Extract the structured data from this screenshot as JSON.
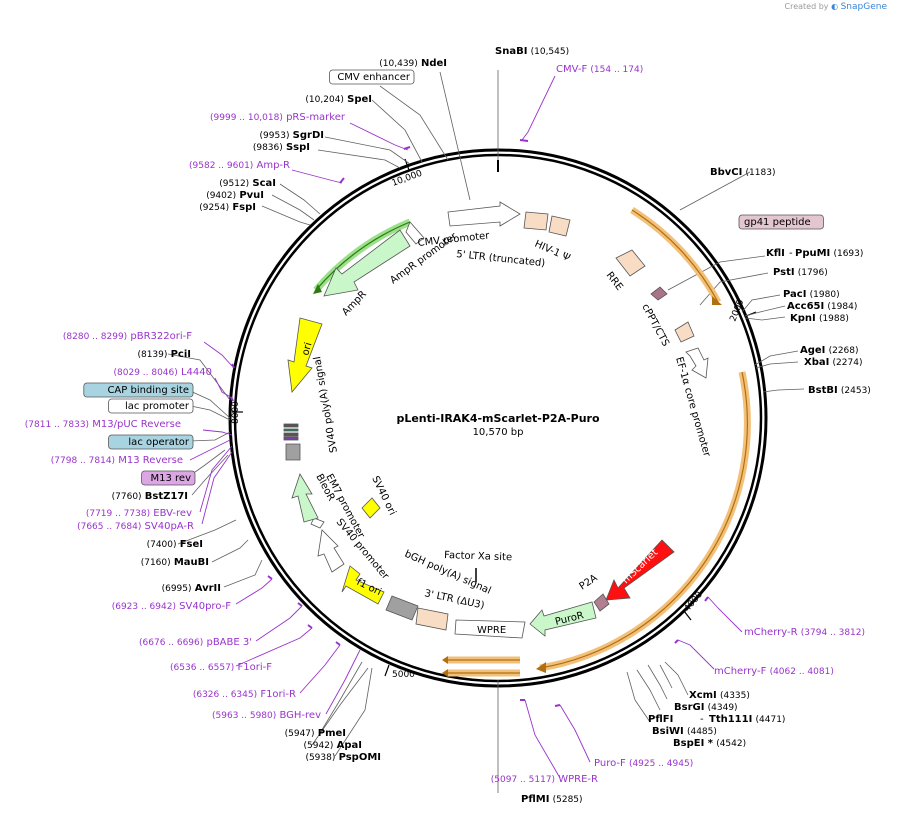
{
  "credit": {
    "prefix": "Created by",
    "brand": "SnapGene"
  },
  "plasmid": {
    "name": "pLenti-IRAK4-mScarlet-P2A-Puro",
    "size": "10,570 bp"
  },
  "ticks": [
    "10,000",
    "2000",
    "4000",
    "5000",
    "8000"
  ],
  "colors": {
    "enzyme": "#000000",
    "primer": "#9933cc",
    "ring": "#000000",
    "leader": "#555555"
  },
  "site_labels": [
    {
      "name": "SnaBI",
      "pos": "(10,545)",
      "type": "enzyme"
    },
    {
      "name": "CMV-F",
      "pos": "(154 .. 174)",
      "type": "primer"
    },
    {
      "name": "NdeI",
      "pos": "(10,439)",
      "type": "enzyme"
    },
    {
      "name": "CMV enhancer",
      "pos": "",
      "type": "box",
      "fill": "#ffffff"
    },
    {
      "name": "SpeI",
      "pos": "(10,204)",
      "type": "enzyme"
    },
    {
      "name": "pRS-marker",
      "pos": "(9999 .. 10,018)",
      "type": "primer"
    },
    {
      "name": "SgrDI",
      "pos": "(9953)",
      "type": "enzyme"
    },
    {
      "name": "SspI",
      "pos": "(9836)",
      "type": "enzyme"
    },
    {
      "name": "Amp-R",
      "pos": "(9582 .. 9601)",
      "type": "primer"
    },
    {
      "name": "ScaI",
      "pos": "(9512)",
      "type": "enzyme"
    },
    {
      "name": "PvuI",
      "pos": "(9402)",
      "type": "enzyme"
    },
    {
      "name": "FspI",
      "pos": "(9254)",
      "type": "enzyme"
    },
    {
      "name": "BbvCI",
      "pos": "(1183)",
      "type": "enzyme"
    },
    {
      "name": "gp41 peptide",
      "pos": "",
      "type": "box",
      "fill": "#e3c6cf"
    },
    {
      "name": "KflI",
      "pos": "",
      "type": "enzyme"
    },
    {
      "name": "PpuMI",
      "pos": "(1693)",
      "type": "enzyme"
    },
    {
      "name": "PstI",
      "pos": "(1796)",
      "type": "enzyme"
    },
    {
      "name": "PacI",
      "pos": "(1980)",
      "type": "enzyme"
    },
    {
      "name": "Acc65I",
      "pos": "(1984)",
      "type": "enzyme"
    },
    {
      "name": "KpnI",
      "pos": "(1988)",
      "type": "enzyme"
    },
    {
      "name": "AgeI",
      "pos": "(2268)",
      "type": "enzyme"
    },
    {
      "name": "XbaI",
      "pos": "(2274)",
      "type": "enzyme"
    },
    {
      "name": "BstBI",
      "pos": "(2453)",
      "type": "enzyme"
    },
    {
      "name": "pBR322ori-F",
      "pos": "(8280 .. 8299)",
      "type": "primer"
    },
    {
      "name": "PciI",
      "pos": "(8139)",
      "type": "enzyme"
    },
    {
      "name": "L4440",
      "pos": "(8029 .. 8046)",
      "type": "primer"
    },
    {
      "name": "CAP binding site",
      "pos": "",
      "type": "box",
      "fill": "#a8d3e0"
    },
    {
      "name": "lac promoter",
      "pos": "",
      "type": "box",
      "fill": "#ffffff"
    },
    {
      "name": "M13/pUC Reverse",
      "pos": "(7811 .. 7833)",
      "type": "primer"
    },
    {
      "name": "lac operator",
      "pos": "",
      "type": "box",
      "fill": "#a8d3e0"
    },
    {
      "name": "M13 Reverse",
      "pos": "(7798 .. 7814)",
      "type": "primer"
    },
    {
      "name": "M13 rev",
      "pos": "",
      "type": "box",
      "fill": "#dba6e3"
    },
    {
      "name": "BstZ17I",
      "pos": "(7760)",
      "type": "enzyme"
    },
    {
      "name": "EBV-rev",
      "pos": "(7719 .. 7738)",
      "type": "primer"
    },
    {
      "name": "SV40pA-R",
      "pos": "(7665 .. 7684)",
      "type": "primer"
    },
    {
      "name": "FseI",
      "pos": "(7400)",
      "type": "enzyme"
    },
    {
      "name": "MauBI",
      "pos": "(7160)",
      "type": "enzyme"
    },
    {
      "name": "AvrII",
      "pos": "(6995)",
      "type": "enzyme"
    },
    {
      "name": "SV40pro-F",
      "pos": "(6923 .. 6942)",
      "type": "primer"
    },
    {
      "name": "pBABE 3'",
      "pos": "(6676 .. 6696)",
      "type": "primer"
    },
    {
      "name": "F1ori-F",
      "pos": "(6536 .. 6557)",
      "type": "primer"
    },
    {
      "name": "F1ori-R",
      "pos": "(6326 .. 6345)",
      "type": "primer"
    },
    {
      "name": "BGH-rev",
      "pos": "(5963 .. 5980)",
      "type": "primer"
    },
    {
      "name": "PmeI",
      "pos": "(5947)",
      "type": "enzyme"
    },
    {
      "name": "ApaI",
      "pos": "(5942)",
      "type": "enzyme"
    },
    {
      "name": "PspOMI",
      "pos": "(5938)",
      "type": "enzyme"
    },
    {
      "name": "PflMI",
      "pos": "(5285)",
      "type": "enzyme"
    },
    {
      "name": "WPRE-R",
      "pos": "(5097 .. 5117)",
      "type": "primer"
    },
    {
      "name": "Puro-F",
      "pos": "(4925 .. 4945)",
      "type": "primer"
    },
    {
      "name": "BspEI *",
      "pos": "(4542)",
      "type": "enzyme"
    },
    {
      "name": "BsiWI",
      "pos": "(4485)",
      "type": "enzyme"
    },
    {
      "name": "PflFI",
      "pos": "",
      "type": "enzyme"
    },
    {
      "name": "Tth111I",
      "pos": "(4471)",
      "type": "enzyme"
    },
    {
      "name": "BsrGI",
      "pos": "(4349)",
      "type": "enzyme"
    },
    {
      "name": "XcmI",
      "pos": "(4335)",
      "type": "enzyme"
    },
    {
      "name": "mCherry-F",
      "pos": "(4062 .. 4081)",
      "type": "primer"
    },
    {
      "name": "mCherry-R",
      "pos": "(3794 .. 3812)",
      "type": "primer"
    }
  ],
  "features": [
    {
      "name": "CMV promoter",
      "fill": "#ffffff"
    },
    {
      "name": "5' LTR (truncated)",
      "fill": "#f9dcc4"
    },
    {
      "name": "HIV-1 Ψ",
      "fill": "#f9dcc4"
    },
    {
      "name": "RRE",
      "fill": "#f9dcc4"
    },
    {
      "name": "cPPT/CTS",
      "fill": "#f9dcc4"
    },
    {
      "name": "EF-1α core promoter",
      "fill": "#ffffff"
    },
    {
      "name": "mScarlet",
      "fill": "#ff1010"
    },
    {
      "name": "P2A",
      "fill": "#b08090"
    },
    {
      "name": "PuroR",
      "fill": "#c9f7c9"
    },
    {
      "name": "WPRE",
      "fill": "#ffffff"
    },
    {
      "name": "3' LTR (ΔU3)",
      "fill": "#f9dcc4"
    },
    {
      "name": "bGH poly(A) signal",
      "fill": "#a0a0a0"
    },
    {
      "name": "f1 ori",
      "fill": "#ffff00"
    },
    {
      "name": "SV40 promoter",
      "fill": "#ffffff"
    },
    {
      "name": "EM7 promoter",
      "fill": "#ffffff"
    },
    {
      "name": "BleoR",
      "fill": "#c9f7c9"
    },
    {
      "name": "SV40 ori",
      "fill": "#ffff00"
    },
    {
      "name": "Factor Xa site",
      "fill": "#ffffff"
    },
    {
      "name": "SV40 poly(A) signal",
      "fill": "#a0a0a0"
    },
    {
      "name": "ori",
      "fill": "#ffff00"
    },
    {
      "name": "AmpR",
      "fill": "#c9f7c9"
    },
    {
      "name": "AmpR promoter",
      "fill": "#ffffff"
    }
  ]
}
